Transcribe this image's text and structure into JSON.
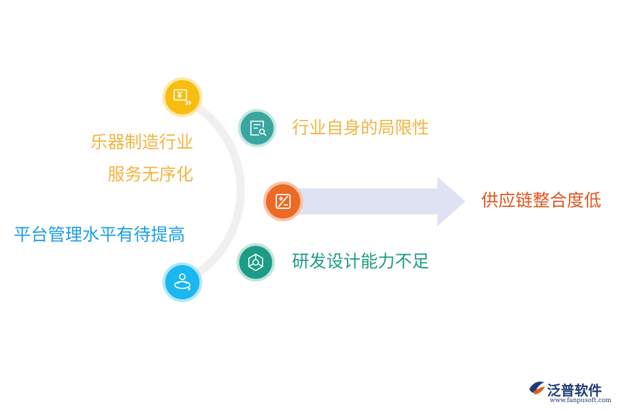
{
  "labels": {
    "industry_limits": "行业自身的局限性",
    "instrument_industry_line1": "乐器制造行业",
    "instrument_industry_line2": "服务无序化",
    "supply_chain": "供应链整合度低",
    "platform_management": "平台管理水平有待提高",
    "rd_design": "研发设计能力不足"
  },
  "logo": {
    "name": "泛普软件",
    "url": "www.fanpusoft.com"
  },
  "colors": {
    "yellow": "#f7bd11",
    "teal": "#3aa6a0",
    "orange": "#ec6a25",
    "green": "#1c9c86",
    "blue": "#1ab7f0",
    "arc": "#f0f0f0",
    "arrow": "#dfe2f3",
    "label_orange_light": "#f2b441",
    "label_teal": "#3aa6a0",
    "label_orange": "#e1541e",
    "label_blue": "#1a9ee3",
    "label_green": "#1c9c86"
  },
  "icons": {
    "yellow_node": "currency-transfer-icon",
    "teal_node": "document-search-icon",
    "orange_node": "plus-minus-icon",
    "green_node": "hexagon-network-icon",
    "blue_node": "person-orbit-icon"
  }
}
